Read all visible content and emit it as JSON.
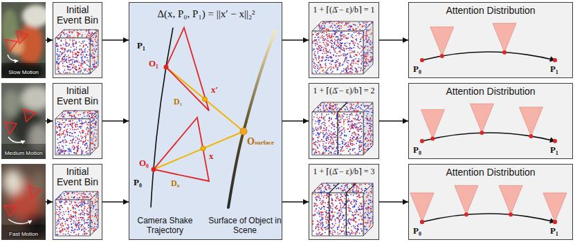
{
  "diagram": {
    "nodes": [
      {
        "text": [
          "Slow Motion"
        ]
      },
      {
        "text": [
          "Initial Event Bin"
        ]
      },
      {
        "text": [
          "Δ(x, P₀, P₁) = ||x′ − x||₂²",
          "P₁",
          "O₁",
          "x′",
          "D₁",
          "P₀",
          "O₀",
          "D₀",
          "x",
          "Osurface",
          "Camera Shake Trajectory",
          "Surface of Object in Scene"
        ]
      },
      {
        "text": [
          "1 + ⌈(Δ̄ − ε)/b⌉ = 1"
        ]
      },
      {
        "text": [
          "Attention Distribution",
          "P₀",
          "P₁"
        ]
      },
      {
        "text": [
          "Medium Motion"
        ]
      },
      {
        "text": [
          "Initial Event Bin"
        ]
      },
      {
        "text": [
          "1 + ⌈(Δ̄ − ε)/b⌉ = 2"
        ]
      },
      {
        "text": [
          "Attention Distribution",
          "P₀",
          "P₁"
        ]
      },
      {
        "text": [
          "Fast Motion"
        ]
      },
      {
        "text": [
          "Initial Event Bin"
        ]
      },
      {
        "text": [
          "1 + ⌈(Δ̄ − ε)/b⌉ = 3"
        ]
      },
      {
        "text": [
          "Attention Distribution",
          "P₀",
          "P₁"
        ]
      }
    ],
    "edges": [
      {
        "from": 0,
        "to": 1,
        "arrow": "to"
      },
      {
        "from": 1,
        "to": 2,
        "arrow": "to"
      },
      {
        "from": 2,
        "to": 3,
        "arrow": "to"
      },
      {
        "from": 3,
        "to": 4,
        "arrow": "to"
      },
      {
        "from": 5,
        "to": 6,
        "arrow": "to"
      },
      {
        "from": 6,
        "to": 2,
        "arrow": "to"
      },
      {
        "from": 2,
        "to": 7,
        "arrow": "to"
      },
      {
        "from": 7,
        "to": 8,
        "arrow": "to"
      },
      {
        "from": 9,
        "to": 10,
        "arrow": "to"
      },
      {
        "from": 10,
        "to": 2,
        "arrow": "to"
      },
      {
        "from": 2,
        "to": 11,
        "arrow": "to"
      },
      {
        "from": 11,
        "to": 12,
        "arrow": "to"
      }
    ]
  }
}
